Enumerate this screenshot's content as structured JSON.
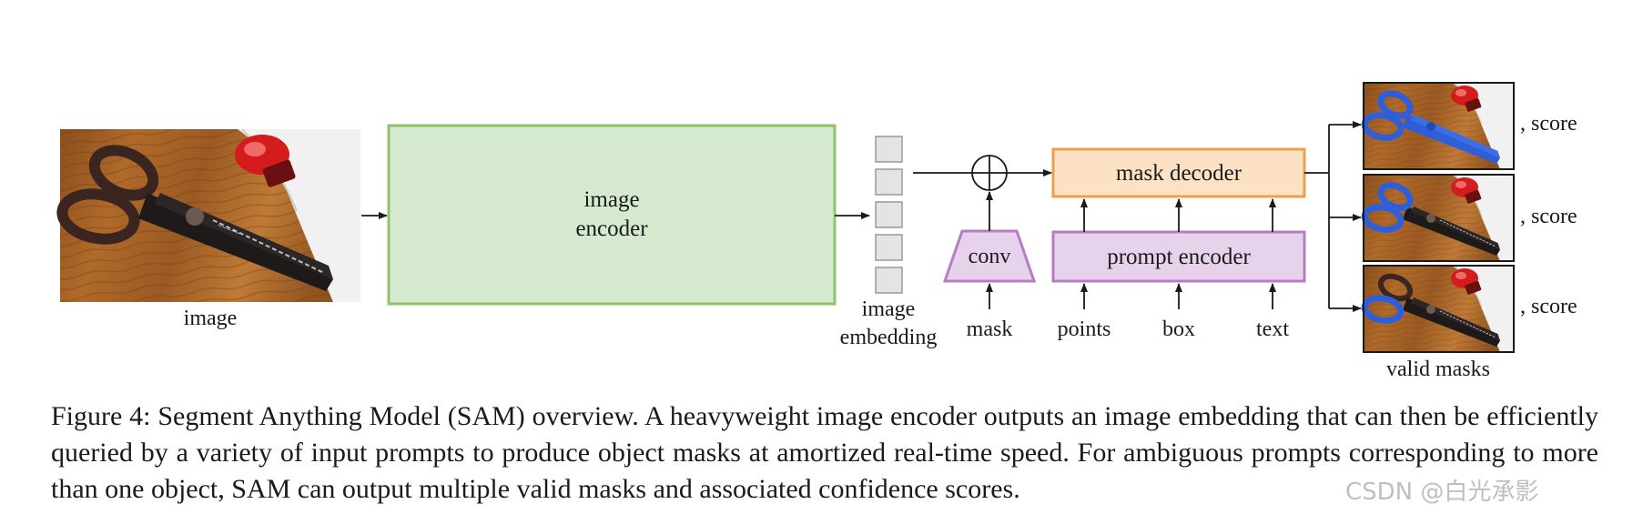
{
  "labels": {
    "image": "image",
    "image_encoder_line1": "image",
    "image_encoder_line2": "encoder",
    "image_embedding_line1": "image",
    "image_embedding_line2": "embedding",
    "conv": "conv",
    "mask_decoder": "mask decoder",
    "prompt_encoder": "prompt encoder",
    "mask": "mask",
    "points": "points",
    "box": "box",
    "text": "text",
    "score_1": ", score",
    "score_2": ", score",
    "score_3": ", score",
    "valid_masks": "valid masks"
  },
  "colors": {
    "image_encoder_fill": "#d6ead0",
    "image_encoder_stroke": "#8fc46a",
    "mask_decoder_fill": "#fce1c4",
    "mask_decoder_stroke": "#eba04e",
    "prompt_encoder_fill": "#e6d2ea",
    "prompt_encoder_stroke": "#b77cc3",
    "embedding_cell_fill": "#e4e4e4",
    "embedding_cell_stroke": "#9a9a9a",
    "mask_highlight": "#2f5fd8"
  },
  "caption": "Figure 4: Segment Anything Model (SAM) overview. A heavyweight image encoder outputs an image embedding that can then be efficiently queried by a variety of input prompts to produce object masks at amortized real-time speed. For ambiguous prompts corresponding to more than one object, SAM can output multiple valid masks and associated confidence scores.",
  "watermark": "CSDN @白光承影"
}
